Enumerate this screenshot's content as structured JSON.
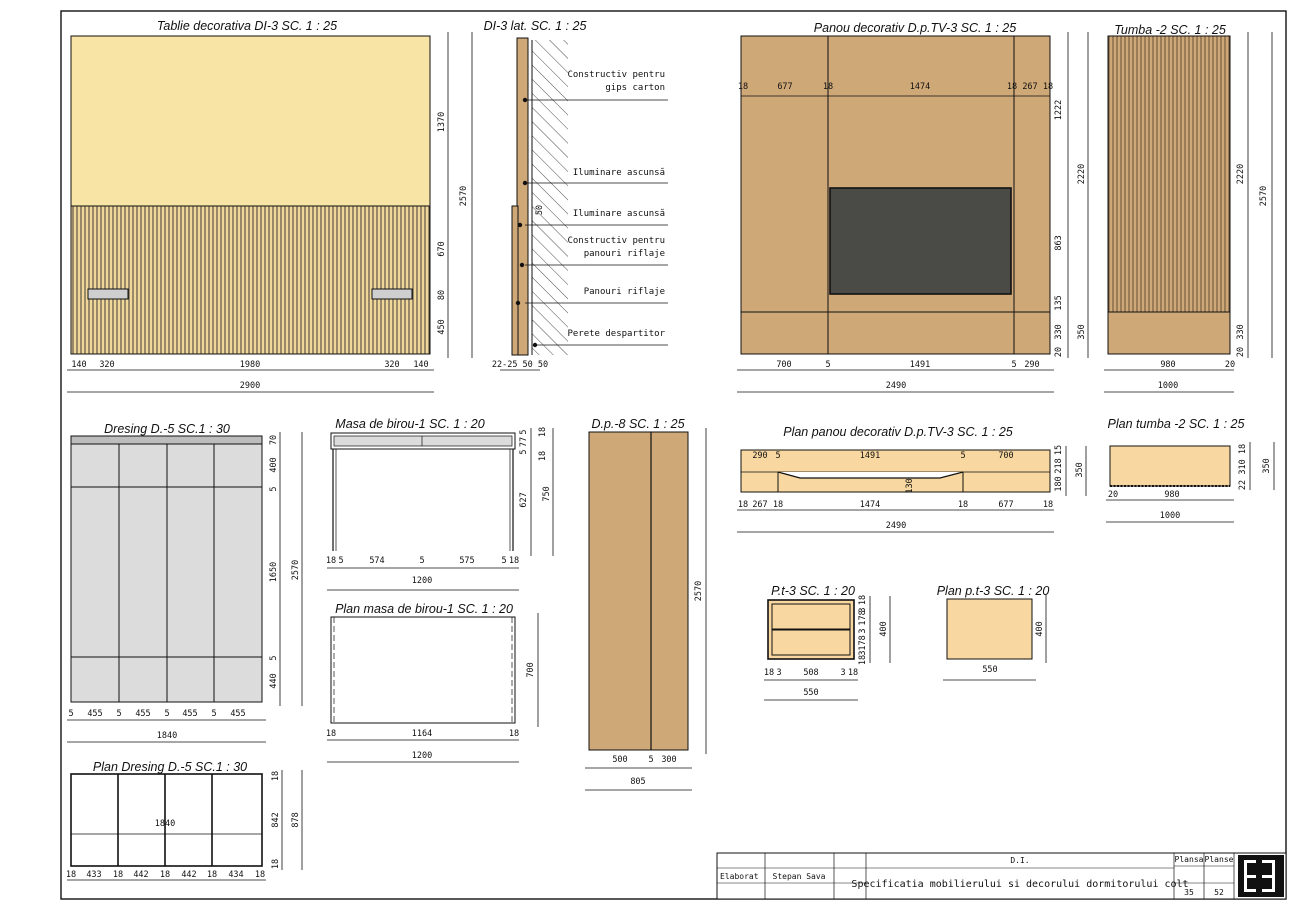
{
  "titles": {
    "tablie": "Tablie decorativa DI-3 SC. 1 : 25",
    "tablie_lat": "DI-3 lat. SC. 1 : 25",
    "panou": "Panou decorativ D.p.TV-3 SC. 1 : 25",
    "tumba": "Tumba -2 SC. 1 : 25",
    "dresing": "Dresing D.-5 SC.1 : 30",
    "masa": "Masa de birou-1 SC. 1 : 20",
    "dp8": "D.p.-8 SC. 1 : 25",
    "plan_panou": "Plan panou decorativ D.p.TV-3 SC. 1 : 25",
    "plan_tumba": "Plan tumba -2 SC. 1 : 25",
    "plan_masa": "Plan masa de birou-1 SC. 1 : 20",
    "pt3": "P.t-3 SC. 1 : 20",
    "plan_pt3": "Plan p.t-3 SC. 1 : 20",
    "plan_dresing": "Plan Dresing D.-5 SC.1 : 30"
  },
  "lat_labels": {
    "l1a": "Constructiv pentru",
    "l1b": "gips carton",
    "l2": "Iluminare ascunsă",
    "l3": "Iluminare ascunsă",
    "l4a": "Constructiv pentru",
    "l4b": "panouri riflaje",
    "l5": "Panouri riflaje",
    "l6": "Perete despartitor"
  },
  "dims": {
    "tablie": {
      "b1": "140",
      "b2": "320",
      "b3": "1980",
      "b4": "320",
      "b5": "140",
      "total": "2900",
      "v1": "1370",
      "v2": "670",
      "v3": "80",
      "v4": "450",
      "vt": "2570"
    },
    "lat": {
      "b": "22-25 50 50",
      "s": "50"
    },
    "panou": {
      "t1": "18",
      "t2": "677",
      "t3": "18",
      "t4": "1474",
      "t5": "18",
      "t6": "267",
      "t7": "18",
      "b1": "700",
      "b2": "5",
      "b3": "1491",
      "b4": "5",
      "b5": "290",
      "total": "2490",
      "v1": "1222",
      "v2": "863",
      "v3": "135",
      "v4": "330",
      "v5": "20",
      "vt": "2220",
      "v6": "350"
    },
    "tumba": {
      "b1": "980",
      "b2": "20",
      "total": "1000",
      "v1": "2220",
      "v2": "330",
      "v3": "20",
      "vt": "2570"
    },
    "dresing": {
      "b": [
        "5",
        "455",
        "5",
        "455",
        "5",
        "455",
        "5",
        "455"
      ],
      "total": "1840",
      "v1": "70",
      "v2": "400",
      "v3": "5",
      "v4": "1650",
      "v5": "5",
      "v6": "440",
      "vt": "2570"
    },
    "masa": {
      "b1": "18",
      "b2": "5",
      "b3": "574",
      "b4": "5",
      "b5": "575",
      "b6": "5",
      "b7": "18",
      "total": "1200",
      "v1": "5",
      "v2": "77",
      "v3": "5",
      "v4": "18",
      "v5": "18",
      "v6": "627",
      "vt": "750"
    },
    "plan_masa": {
      "b1": "18",
      "b2": "1164",
      "b3": "18",
      "total": "1200",
      "v": "700"
    },
    "dp8": {
      "b1": "500",
      "b2": "5",
      "b3": "300",
      "total": "805",
      "v": "2570"
    },
    "plan_panou": {
      "t1": "290",
      "t2": "5",
      "t3": "1491",
      "t4": "5",
      "t5": "700",
      "i": "130",
      "b1": "18",
      "b2": "267",
      "b3": "18",
      "b4": "1474",
      "b5": "18",
      "b6": "677",
      "b7": "18",
      "total": "2490",
      "v1": "15",
      "v2": "218",
      "v3": "180",
      "v4": "350"
    },
    "plan_tumba": {
      "b1": "20",
      "b2": "980",
      "total": "1000",
      "v1": "18",
      "v2": "310",
      "v3": "22",
      "vt": "350"
    },
    "pt3": {
      "b1": "18",
      "b2": "3",
      "b3": "508",
      "b4": "3",
      "b5": "18",
      "total": "550",
      "v1": "18",
      "v2": "3",
      "v3": "178",
      "v4": "3",
      "v5": "178",
      "v6": "3",
      "v7": "18",
      "vt": "400"
    },
    "plan_pt3": {
      "b": "550",
      "v": "400"
    },
    "plan_dresing": {
      "b": [
        "18",
        "433",
        "18",
        "442",
        "18",
        "442",
        "18",
        "434",
        "18"
      ],
      "inner": "1840",
      "v1": "18",
      "v2": "842",
      "v3": "18",
      "vt": "878"
    }
  },
  "title_block": {
    "code": "D.I.",
    "role": "Elaborat",
    "author": "Stepan Sava",
    "description": "Specificatia mobilierului si decorului dormitorului colt",
    "sheet_label": "Plansa",
    "sheets_label": "Planse",
    "sheet": "35",
    "sheets": "52"
  },
  "colors": {
    "wood": "#cfa877",
    "light": "#f8e4a4",
    "plank": "#f1d79a",
    "grey": "#dcdcdc",
    "screen": "#4a4a46",
    "line": "#111111"
  }
}
